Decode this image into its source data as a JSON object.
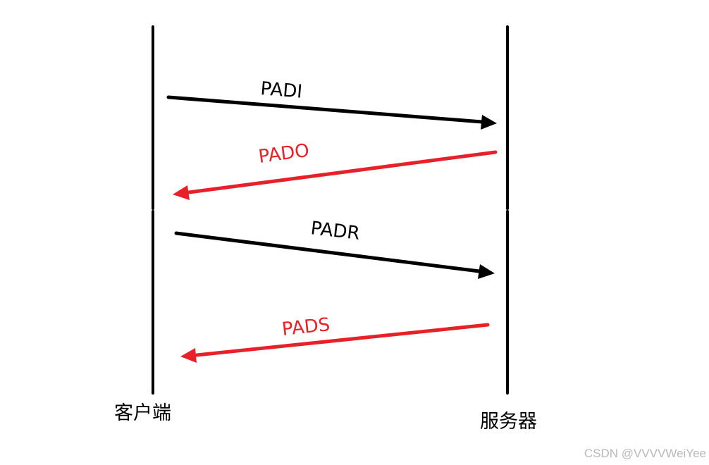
{
  "participants": {
    "client": "客户端",
    "server": "服务器"
  },
  "messages": [
    {
      "label": "PADI",
      "direction": "client-to-server",
      "color": "#000000"
    },
    {
      "label": "PADO",
      "direction": "server-to-client",
      "color": "#e8202a"
    },
    {
      "label": "PADR",
      "direction": "client-to-server",
      "color": "#000000"
    },
    {
      "label": "PADS",
      "direction": "server-to-client",
      "color": "#e8202a"
    }
  ],
  "watermark": "CSDN @VVVVWeiYee"
}
